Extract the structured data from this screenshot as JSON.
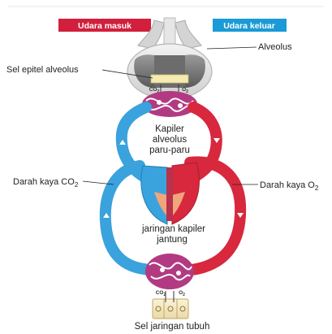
{
  "header": {
    "air_in_label": "Udara masuk",
    "air_out_label": "Udara keluar",
    "air_in_color": "#d11f3c",
    "air_out_color": "#1a9ad6"
  },
  "labels": {
    "alveolus": "Alveolus",
    "alveolar_epithelial_cell": "Sel epitel alveolus",
    "alveolar_capillary_line1": "Kapiler",
    "alveolar_capillary_line2": "alveolus",
    "alveolar_capillary_line3": "paru-paru",
    "co2_rich_blood": "Darah kaya CO",
    "o2_rich_blood": "Darah kaya O",
    "subscript_2": "2",
    "heart_capillary_line1": "jaringan kapiler",
    "heart_capillary_line2": "jantung",
    "body_tissue_cells": "Sel jaringan tubuh",
    "co2_top": "CO",
    "o2_top": "O",
    "co2_bottom": "CO",
    "o2_bottom": "O"
  },
  "colors": {
    "oxygen_rich_red": "#d8283e",
    "oxygen_poor_blue": "#3aa2dc",
    "capillary_purple": "#9a2b6e",
    "alveolus_gray": "#8a8a8a",
    "lung_light_gray": "#d9d9d9"
  }
}
